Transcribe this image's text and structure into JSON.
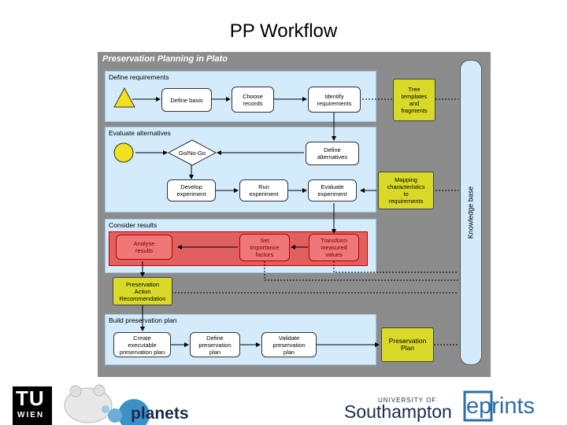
{
  "title": "PP Workflow",
  "diagram": {
    "panel_title": "Preservation Planning in Plato",
    "stages": {
      "define_requirements": "Define requirements",
      "evaluate_alternatives": "Evaluate alternatives",
      "consider_results": "Consider results",
      "build_plan": "Build preservation plan"
    },
    "nodes": {
      "define_basis": "Define basis",
      "choose_records": "Choose\nrecords",
      "identify_requirements": "Identify\nrequirements",
      "tree_templates": "Tree\ntemplates\nand\nfragments",
      "go_nogo": "Go/No-Go",
      "define_alternatives": "Define\nalternatives",
      "develop_experiment": "Develop\nexperiment",
      "run_experiment": "Run\nexperiment",
      "evaluate_experiment": "Evaluate\nexperiment",
      "mapping": "Mapping\ncharacteristics\nto\nrequirements",
      "analyse_results": "Analyse\nresults",
      "set_importance": "Set\nimportance\nfactors",
      "transform_values": "Transform\nmeasured\nvalues",
      "recommendation": "Preservation\nAction\nRecommendation",
      "create_plan": "Create\nexecutable\npreservation plan",
      "define_plan": "Define\npreservation\nplan",
      "validate_plan": "Validate\npreservation\nplan",
      "preservation_plan": "Preservation\nPlan",
      "knowledge_base": "Knowledge base"
    },
    "colors": {
      "stage_fill": "#d3ebfb",
      "highlight": "#e06060",
      "output_box": "#d9d928",
      "panel": "#8c8c8c"
    }
  },
  "logos": {
    "tu_wien_top": "TU",
    "tu_wien_bottom": "WIEN",
    "planets": "planets",
    "southampton_small": "UNIVERSITY OF",
    "southampton": "Southampton",
    "eprints": "eprints"
  }
}
